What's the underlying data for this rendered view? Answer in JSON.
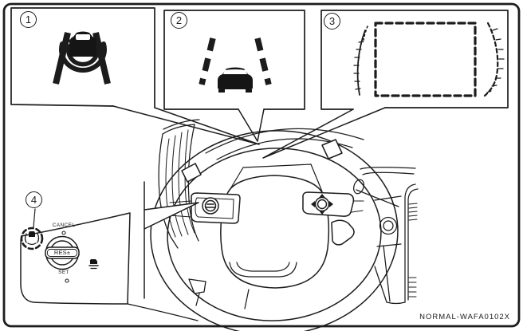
{
  "figure_code": "NORMAL-WAFA0102X",
  "colors": {
    "background": "#ffffff",
    "line": "#1c1c1c",
    "icon_fill": "#151515"
  },
  "callouts": [
    {
      "number": "1",
      "icon": "radar-cruise-vehicle-icon"
    },
    {
      "number": "2",
      "icon": "lane-departure-vehicle-icon"
    },
    {
      "number": "3",
      "icon": "instrument-cluster-display-graphic"
    },
    {
      "number": "4",
      "icon": "steering-switch-pad-graphic"
    }
  ],
  "switch_pad": {
    "cancel_label": "CANCEL",
    "resume_label": "RES±",
    "set_label": "SET",
    "icons": {
      "assist_switch": "propilot-assist-icon",
      "distance_switch": "following-distance-icon"
    }
  }
}
